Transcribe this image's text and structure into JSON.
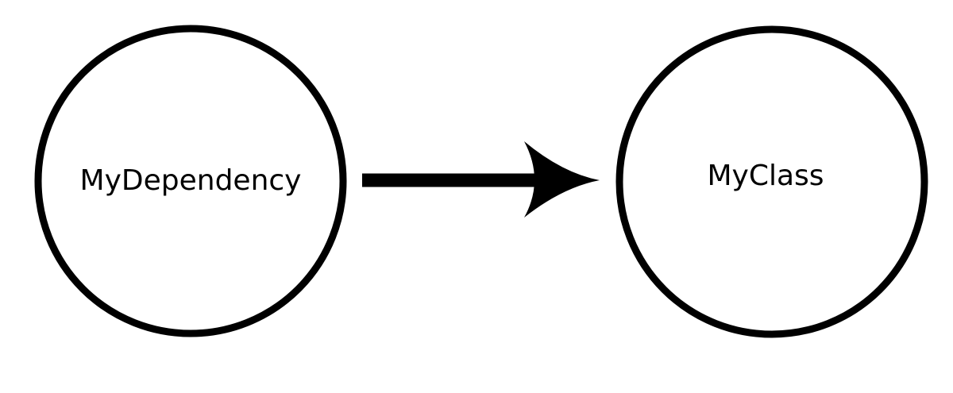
{
  "diagram": {
    "nodes": [
      {
        "id": "dependency",
        "label": "MyDependency"
      },
      {
        "id": "class",
        "label": "MyClass"
      }
    ],
    "edges": [
      {
        "from": "dependency",
        "to": "class",
        "style": "solid-arrow"
      }
    ],
    "colors": {
      "background": "#ffffff",
      "stroke": "#000000",
      "text": "#000000"
    }
  }
}
